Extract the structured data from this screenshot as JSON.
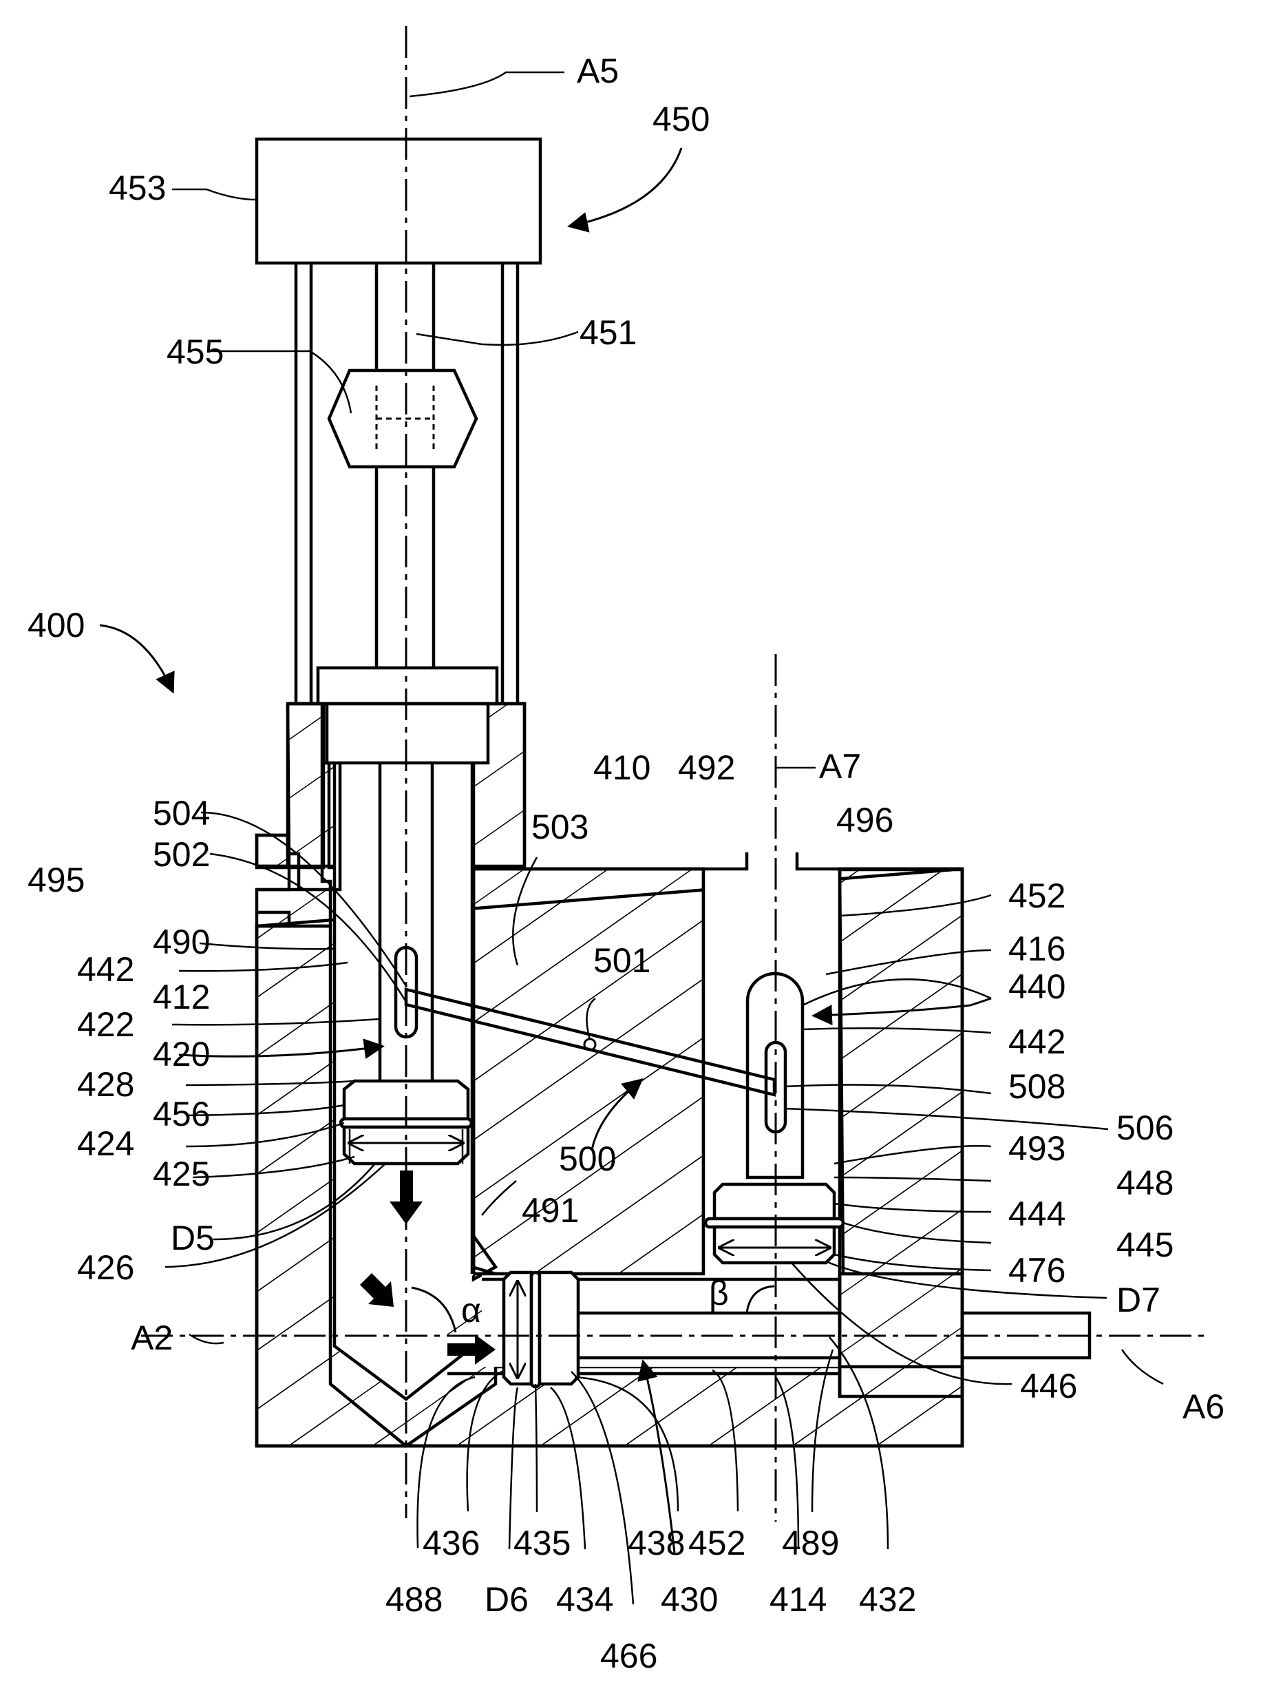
{
  "figure": {
    "labels": [
      {
        "id": "A5",
        "text": "A5"
      },
      {
        "id": "450",
        "text": "450"
      },
      {
        "id": "453",
        "text": "453"
      },
      {
        "id": "451",
        "text": "451"
      },
      {
        "id": "455",
        "text": "455"
      },
      {
        "id": "400",
        "text": "400"
      },
      {
        "id": "410",
        "text": "410"
      },
      {
        "id": "492",
        "text": "492"
      },
      {
        "id": "A7",
        "text": "A7"
      },
      {
        "id": "496",
        "text": "496"
      },
      {
        "id": "504",
        "text": "504"
      },
      {
        "id": "503",
        "text": "503"
      },
      {
        "id": "502",
        "text": "502"
      },
      {
        "id": "495",
        "text": "495"
      },
      {
        "id": "452a",
        "text": "452"
      },
      {
        "id": "490",
        "text": "490"
      },
      {
        "id": "416",
        "text": "416"
      },
      {
        "id": "501",
        "text": "501"
      },
      {
        "id": "442a",
        "text": "442"
      },
      {
        "id": "440",
        "text": "440"
      },
      {
        "id": "412",
        "text": "412"
      },
      {
        "id": "422",
        "text": "422"
      },
      {
        "id": "442b",
        "text": "442"
      },
      {
        "id": "420",
        "text": "420"
      },
      {
        "id": "508",
        "text": "508"
      },
      {
        "id": "428",
        "text": "428"
      },
      {
        "id": "456",
        "text": "456"
      },
      {
        "id": "506",
        "text": "506"
      },
      {
        "id": "424",
        "text": "424"
      },
      {
        "id": "493",
        "text": "493"
      },
      {
        "id": "500",
        "text": "500"
      },
      {
        "id": "425",
        "text": "425"
      },
      {
        "id": "448",
        "text": "448"
      },
      {
        "id": "444",
        "text": "444"
      },
      {
        "id": "491",
        "text": "491"
      },
      {
        "id": "D5",
        "text": "D5"
      },
      {
        "id": "445",
        "text": "445"
      },
      {
        "id": "476",
        "text": "476"
      },
      {
        "id": "426",
        "text": "426"
      },
      {
        "id": "D7",
        "text": "D7"
      },
      {
        "id": "beta",
        "text": "β"
      },
      {
        "id": "alpha",
        "text": "α"
      },
      {
        "id": "A2",
        "text": "A2"
      },
      {
        "id": "446",
        "text": "446"
      },
      {
        "id": "A6",
        "text": "A6"
      },
      {
        "id": "436",
        "text": "436"
      },
      {
        "id": "435",
        "text": "435"
      },
      {
        "id": "438",
        "text": "438"
      },
      {
        "id": "452b",
        "text": "452"
      },
      {
        "id": "489",
        "text": "489"
      },
      {
        "id": "488",
        "text": "488"
      },
      {
        "id": "D6",
        "text": "D6"
      },
      {
        "id": "434",
        "text": "434"
      },
      {
        "id": "430",
        "text": "430"
      },
      {
        "id": "414",
        "text": "414"
      },
      {
        "id": "432",
        "text": "432"
      },
      {
        "id": "466",
        "text": "466"
      }
    ]
  }
}
